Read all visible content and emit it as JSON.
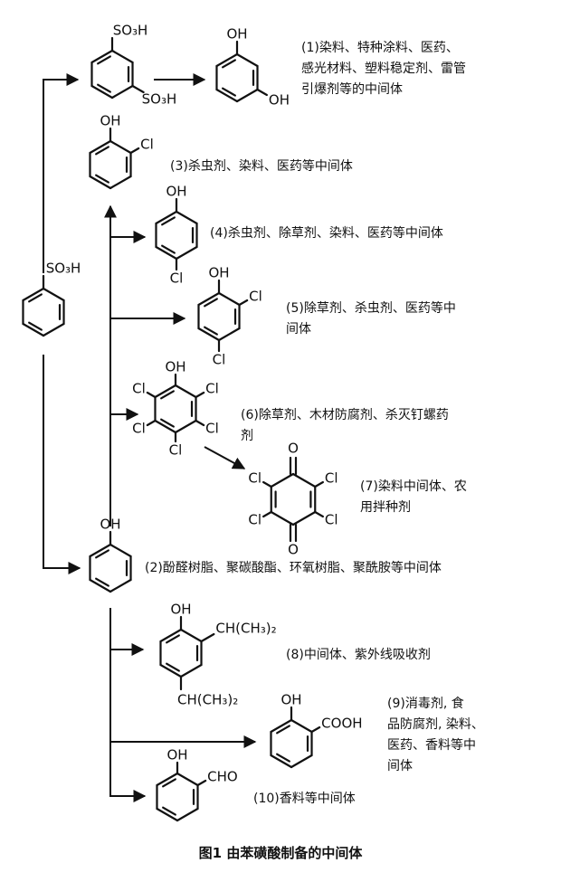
{
  "labels": {
    "so3h": "SO₃H",
    "oh": "OH",
    "cl": "Cl",
    "o": "O",
    "cooh": "COOH",
    "cho": "CHO",
    "isopropyl": "CH(CH₃)₂"
  },
  "items": {
    "i1": [
      "(1)染料、特种涂料、医药、",
      "感光材料、塑料稳定剂、雷管",
      "引爆剂等的中间体"
    ],
    "i2": [
      "(2)酚醛树脂、聚碳酸酯、环氧树脂、聚酰胺等中间体"
    ],
    "i3": [
      "(3)杀虫剂、染料、医药等中间体"
    ],
    "i4": [
      "(4)杀虫剂、除草剂、染料、医药等中间体"
    ],
    "i5": [
      "(5)除草剂、杀虫剂、医药等中",
      "间体"
    ],
    "i6": [
      "(6)除草剂、木材防腐剂、杀灭钉螺药",
      "剂"
    ],
    "i7": [
      "(7)染料中间体、农",
      "用拌种剂"
    ],
    "i8": [
      "(8)中间体、紫外线吸收剂"
    ],
    "i9": [
      "(9)消毒剂, 食",
      "品防腐剂, 染料、",
      "医药、香料等中",
      "间体"
    ],
    "i10": [
      "(10)香料等中间体"
    ]
  },
  "caption": "图1  由苯磺酸制备的中间体"
}
